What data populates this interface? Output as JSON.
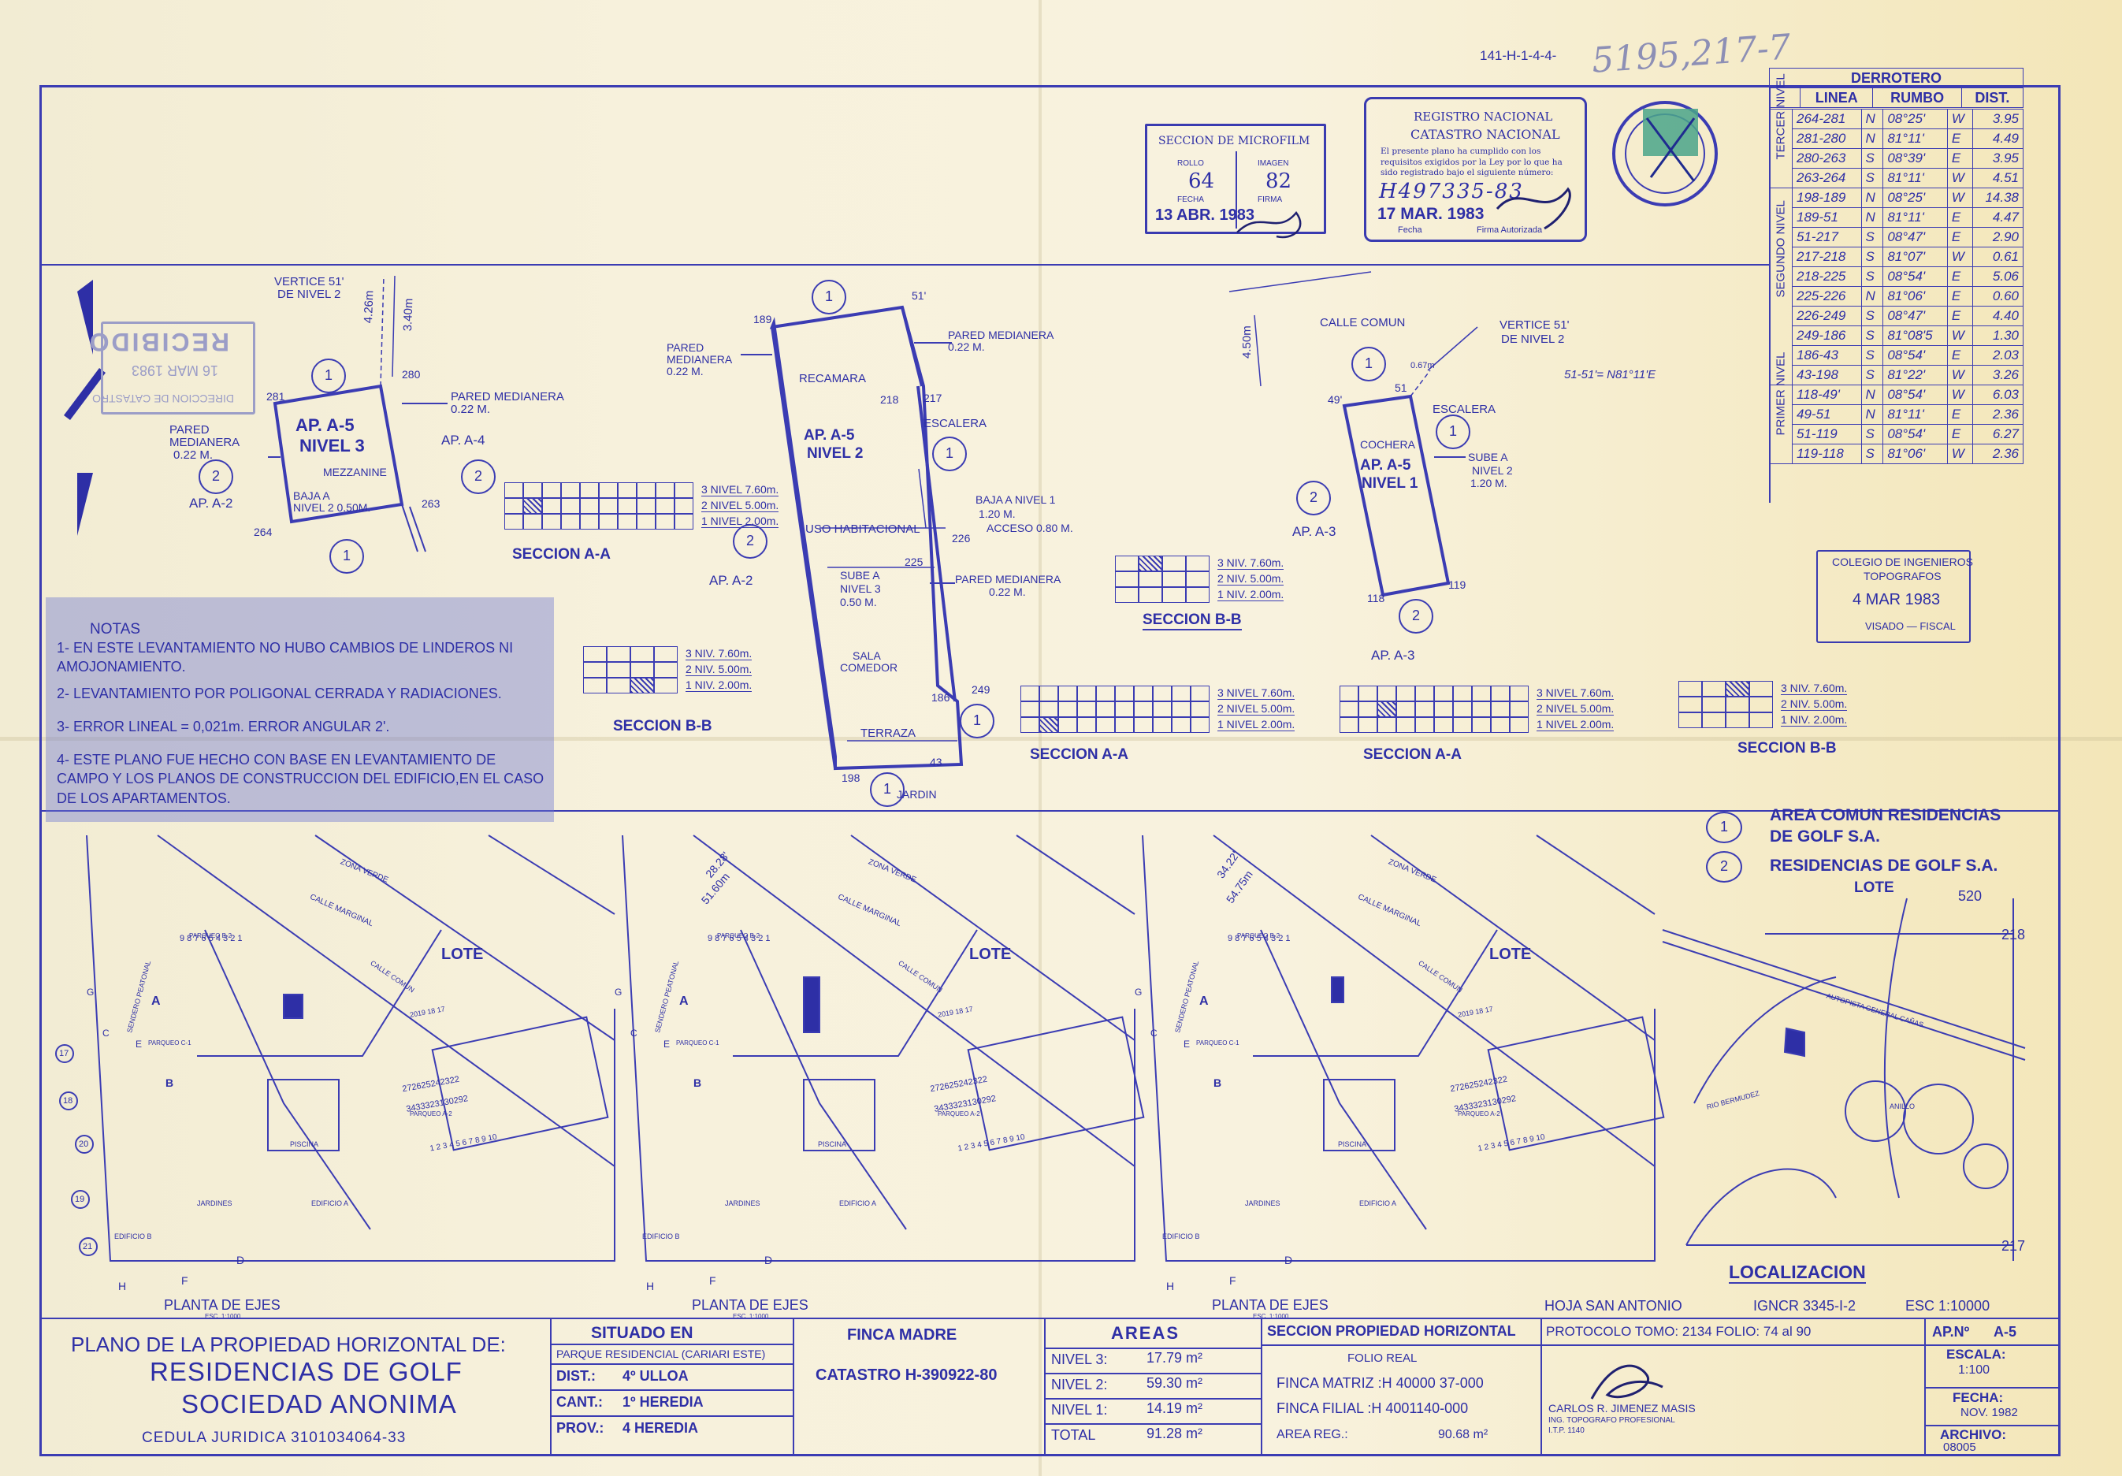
{
  "header": {
    "top_ref": "141-H-1-4-4-",
    "handwritten_ref": "5195,217-7"
  },
  "microfilm_stamp": {
    "title": "SECCION DE MICROFILM",
    "rollo_label": "ROLLO",
    "imagen_label": "IMAGEN",
    "rollo": "64",
    "imagen": "82",
    "fecha_label": "FECHA",
    "firma_label": "FIRMA",
    "fecha": "13 ABR. 1983"
  },
  "catastro_stamp": {
    "line1": "REGISTRO NACIONAL",
    "line2": "CATASTRO NACIONAL",
    "body": "El presente plano ha cumplido con los requisitos exigidos por la Ley por lo que ha sido registrado bajo el siguiente número:",
    "number": "H497335-83",
    "date": "17 MAR. 1983",
    "fecha_label": "Fecha",
    "firma_label": "Firma Autorizada"
  },
  "derrotero": {
    "title": "DERROTERO",
    "headers": [
      "LINEA",
      "RUMBO",
      "DIST."
    ],
    "groups": [
      {
        "label": "TERCER NIVEL",
        "rows": [
          [
            "264-281",
            "N",
            "08°25'",
            "W",
            "3.95"
          ],
          [
            "281-280",
            "N",
            "81°11'",
            "E",
            "4.49"
          ],
          [
            "280-263",
            "S",
            "08°39'",
            "E",
            "3.95"
          ],
          [
            "263-264",
            "S",
            "81°11'",
            "W",
            "4.51"
          ]
        ]
      },
      {
        "label": "SEGUNDO NIVEL",
        "rows": [
          [
            "198-189",
            "N",
            "08°25'",
            "W",
            "14.38"
          ],
          [
            "189-51",
            "N",
            "81°11'",
            "E",
            "4.47"
          ],
          [
            "51-217",
            "S",
            "08°47'",
            "E",
            "2.90"
          ],
          [
            "217-218",
            "S",
            "81°07'",
            "W",
            "0.61"
          ],
          [
            "218-225",
            "S",
            "08°54'",
            "E",
            "5.06"
          ],
          [
            "225-226",
            "N",
            "81°06'",
            "E",
            "0.60"
          ],
          [
            "226-249",
            "S",
            "08°47'",
            "E",
            "4.40"
          ],
          [
            "249-186",
            "S",
            "81°08'5",
            "W",
            "1.30"
          ],
          [
            "186-43",
            "S",
            "08°54'",
            "E",
            "2.03"
          ],
          [
            "43-198",
            "S",
            "81°22'",
            "W",
            "3.26"
          ]
        ]
      },
      {
        "label": "PRIMER NIVEL",
        "rows": [
          [
            "118-49'",
            "N",
            "08°54'",
            "W",
            "6.03"
          ],
          [
            "49-51",
            "N",
            "81°11'",
            "E",
            "2.36"
          ],
          [
            "51-119",
            "S",
            "08°54'",
            "E",
            "6.27"
          ],
          [
            "119-118",
            "S",
            "81°06'",
            "W",
            "2.36"
          ]
        ]
      }
    ]
  },
  "ingenieros_stamp": {
    "line1": "COLEGIO DE INGENIEROS",
    "line2": "TOPOGRAFOS",
    "date": "4 MAR 1983",
    "line3": "VISADO — FISCAL"
  },
  "recibido_stamp": {
    "line1": "DIRECCION DE CATASTRO",
    "date": "16 MAR 1983",
    "word": "RECIBIDO"
  },
  "level3": {
    "vertice": "VERTICE 51'",
    "de_nivel": "DE NIVEL 2",
    "dist1": "4.26m",
    "dist2": "3.40m",
    "p280": "280",
    "p281": "281",
    "p264": "264",
    "p263": "263",
    "pared_right": "PARED MEDIANERA",
    "pared_right2": "0.22 M.",
    "pared_left1": "PARED",
    "pared_left2": "MEDIANERA",
    "pared_left3": "0.22 M.",
    "unit1": "AP. A-5",
    "unit2": "NIVEL 3",
    "mezzanine": "MEZZANINE",
    "baja1": "BAJA A",
    "baja2": "NIVEL 2 0.50M.",
    "ap_left": "AP. A-2",
    "ap_right": "AP. A-4",
    "c1": "1",
    "c2a": "2",
    "c2b": "2",
    "c1b": "1"
  },
  "level2": {
    "p189": "189",
    "p51": "51'",
    "p218": "218",
    "p217": "217",
    "p225": "225",
    "p226": "226",
    "p186": "186",
    "p249": "249",
    "p43": "43",
    "p198": "198",
    "pared_left1": "PARED",
    "pared_left2": "MEDIANERA",
    "pared_left3": "0.22 M.",
    "pared_right1": "PARED MEDIANERA",
    "pared_right2": "0.22 M.",
    "pared_right3": "PARED MEDIANERA",
    "pared_right4": "0.22 M.",
    "recamara": "RECAMARA",
    "escalera": "ESCALERA",
    "unit1": "AP. A-5",
    "unit2": "NIVEL 2",
    "baja1": "BAJA A NIVEL 1",
    "baja2": "1.20 M.",
    "uso": "USO HABITACIONAL",
    "acceso": "ACCESO 0.80 M.",
    "sube1": "SUBE A",
    "sube2": "NIVEL 3",
    "sube3": "0.50 M.",
    "sala1": "SALA",
    "sala2": "COMEDOR",
    "terraza": "TERRAZA",
    "jardin": "JARDIN",
    "ap_left": "AP. A-2",
    "c1": "1",
    "c2": "2",
    "c1b": "1",
    "c1c": "1",
    "c1d": "1"
  },
  "level1": {
    "dist": "4.50m",
    "calle": "CALLE COMUN",
    "vertice": "VERTICE 51'",
    "de_nivel": "DE NIVEL 2",
    "bearing": "51-51'= N81°11'E",
    "p51": "51",
    "p49": "49'",
    "p118": "118",
    "p119": "119",
    "p67": "0.67m",
    "escalera": "ESCALERA",
    "cochera": "COCHERA",
    "unit1": "AP. A-5",
    "unit2": "NIVEL 1",
    "sube1": "SUBE A",
    "sube2": "NIVEL 2",
    "sube3": "1.20 M.",
    "ap_left": "AP. A-3",
    "ap_bottom": "AP. A-3",
    "c1": "1",
    "c1b": "1",
    "c2": "2",
    "c2b": "2"
  },
  "sections": [
    {
      "title": "SECCION A-A",
      "r1": "3 NIVEL 7.60m.",
      "r2": "2 NIVEL 5.00m.",
      "r3": "1 NIVEL 2.00m."
    },
    {
      "title": "SECCION B-B",
      "r1": "3 NIV. 7.60m.",
      "r2": "2 NIV. 5.00m.",
      "r3": "1 NIV. 2.00m."
    },
    {
      "title": "SECCION B-B",
      "r1": "3 NIV. 7.60m.",
      "r2": "2 NIV. 5.00m.",
      "r3": "1 NIV. 2.00m."
    },
    {
      "title": "SECCION A-A",
      "r1": "3 NIVEL 7.60m.",
      "r2": "2 NIVEL 5.00m.",
      "r3": "1 NIVEL 2.00m."
    },
    {
      "title": "SECCION A-A",
      "r1": "3 NIVEL 7.60m.",
      "r2": "2 NIVEL 5.00m.",
      "r3": "1 NIVEL 2.00m."
    },
    {
      "title": "SECCION B-B",
      "r1": "3 NIV. 7.60m.",
      "r2": "2 NIV. 5.00m.",
      "r3": "1 NIV. 2.00m."
    }
  ],
  "notes": {
    "title": "NOTAS",
    "items": [
      "1- EN ESTE LEVANTAMIENTO NO HUBO CAMBIOS DE LINDEROS NI AMOJONAMIENTO.",
      "2- LEVANTAMIENTO POR POLIGONAL CERRADA Y RADIACIONES.",
      "3- ERROR LINEAL = 0,021m. ERROR ANGULAR 2'.",
      "4- ESTE PLANO FUE HECHO CON BASE EN LEVANTAMIENTO DE CAMPO Y LOS PLANOS DE CONSTRUCCION DEL EDIFICIO,EN EL CASO DE LOS APARTAMENTOS."
    ]
  },
  "site_plans": {
    "lote": "LOTE",
    "zona_verde": "ZONA VERDE",
    "calle_marginal": "CALLE MARGINAL",
    "calle_comun": "CALLE COMUN",
    "piscina": "PISCINA",
    "jardines": "JARDINES",
    "sendero": "SENDERO PEATONAL",
    "edificio_b": "EDIFICIO B",
    "edificio_a": "EDIFICIO A",
    "parqueo_c": "PARQUEO C-1",
    "parqueo_b": "PARQUEO B-2",
    "parqueo_a": "PARQUEO A-2",
    "numbers_row": "9 8 7 6 5 4 3 2 1",
    "numbers_row2": "1 2 3 4 5 6 7 8 9 10",
    "block_a": "272625242322",
    "block_b": "3433323130292",
    "block_c": "2019 18 17",
    "planta": "PLANTA DE EJES",
    "esc": "ESC. 1:1000",
    "axis_h": "H",
    "axis_f": "F",
    "axis_d": "D",
    "axis_b": "B",
    "axis_a": "A",
    "axis_c": "C",
    "axis_e": "E",
    "axis_g": "G",
    "n17": "17",
    "n18": "18",
    "n19": "19",
    "n20": "20",
    "n21": "21",
    "bearing1": "28.28'",
    "bearing2": "51.60m",
    "bearing3": "34.22'",
    "bearing4": "54.75m"
  },
  "legend": {
    "c1": "1",
    "c2": "2",
    "l1a": "AREA COMUN RESIDENCIAS",
    "l1b": "DE GOLF S.A.",
    "l2": "RESIDENCIAS DE GOLF S.A."
  },
  "localizacion": {
    "lote": "LOTE",
    "n520": "520",
    "n218": "218",
    "n217": "217",
    "title": "LOCALIZACION",
    "autopista": "AUTOPISTA GENERAL CAÑAS",
    "rio": "RIO BERMUDEZ",
    "golf": "ANILLO",
    "hoja_label": "HOJA SAN ANTONIO",
    "hoja_ign": "IGNCR 3345-I-2",
    "hoja_esc": "ESC 1:10000"
  },
  "title_block": {
    "plano": "PLANO DE LA PROPIEDAD HORIZONTAL DE:",
    "name1": "RESIDENCIAS DE GOLF",
    "name2": "SOCIEDAD ANONIMA",
    "cedula": "CEDULA JURIDICA 3101034064-33",
    "situado": "SITUADO EN",
    "parque": "PARQUE RESIDENCIAL (CARIARI ESTE)",
    "dist_label": "DIST.:",
    "dist": "4º ULLOA",
    "cant_label": "CANT.:",
    "cant": "1º HEREDIA",
    "prov_label": "PROV.:",
    "prov": "4 HEREDIA",
    "finca_madre": "FINCA MADRE",
    "catastro": "CATASTRO H-390922-80",
    "areas": "AREAS",
    "nivel3_label": "NIVEL 3:",
    "nivel3": "17.79 m²",
    "nivel2_label": "NIVEL 2:",
    "nivel2": "59.30 m²",
    "nivel1_label": "NIVEL 1:",
    "nivel1": "14.19 m²",
    "total_label": "TOTAL",
    "total": "91.28 m²",
    "seccion": "SECCION PROPIEDAD HORIZONTAL",
    "folio": "FOLIO REAL",
    "matriz": "FINCA MATRIZ :H 40000 37-000",
    "filial": "FINCA FILIAL :H 4001140-000",
    "area_reg_label": "AREA REG.:",
    "area_reg": "90.68 m²",
    "protocolo": "PROTOCOLO TOMO: 2134 FOLIO: 74 al 90",
    "surveyor": "CARLOS R. JIMENEZ MASIS",
    "surveyor_title": "ING. TOPOGRAFO PROFESIONAL",
    "surveyor_code": "I.T.P. 1140",
    "ap_label": "AP.Nº",
    "ap": "A-5",
    "escala_label": "ESCALA:",
    "escala": "1:100",
    "fecha_label": "FECHA:",
    "fecha": "NOV. 1982",
    "archivo_label": "ARCHIVO:",
    "archivo": "08005"
  },
  "colors": {
    "ink": "#3b3cb3",
    "paper": "#f6efd6",
    "notes": "#8f95d6",
    "stamp_green": "#4aa58a"
  }
}
